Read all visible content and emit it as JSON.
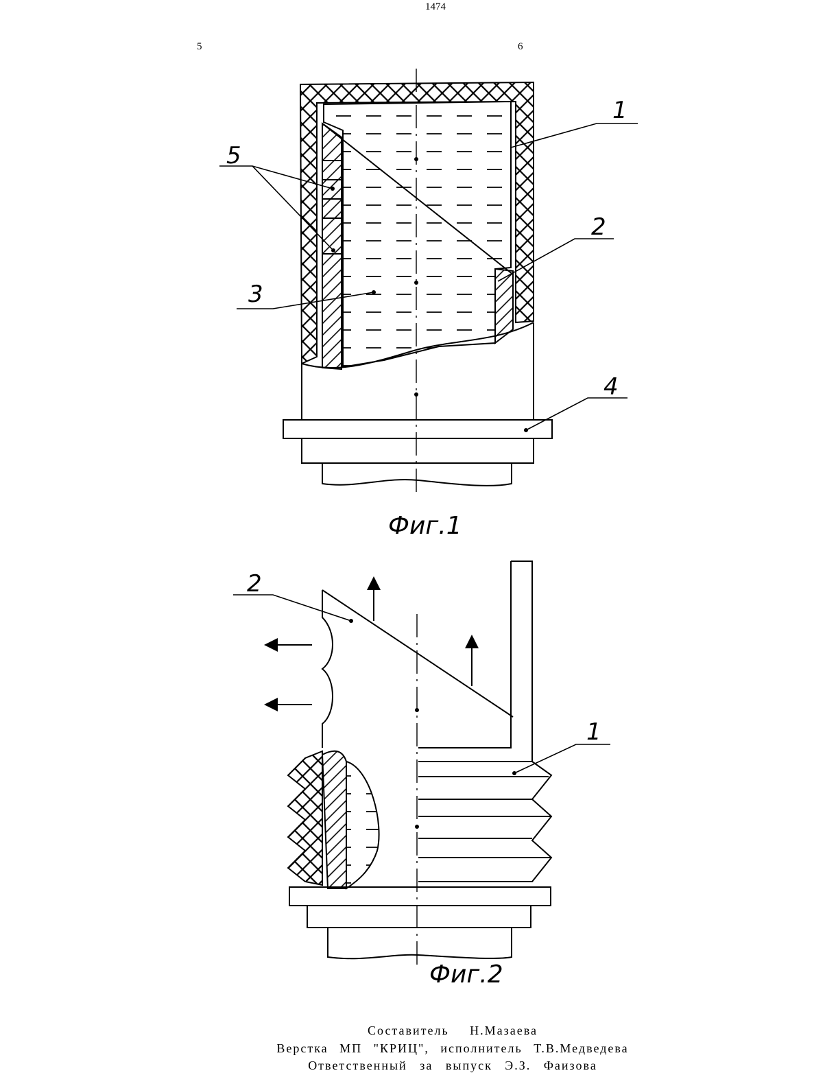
{
  "page": {
    "number": "1474",
    "column_left": "5",
    "column_right": "6"
  },
  "figure1": {
    "caption": "Фиг.1",
    "labels": {
      "l1": "1",
      "l2": "2",
      "l3": "3",
      "l4": "4",
      "l5": "5"
    }
  },
  "figure2": {
    "caption": "Фиг.2",
    "labels": {
      "l1": "1",
      "l2": "2"
    }
  },
  "footer": {
    "line1": "Составитель Н.Мазаева",
    "line2": "Верстка МП \"КРИЦ\", исполнитель Т.В.Медведева",
    "line3": "Ответственный за выпуск Э.З. Фаизова"
  }
}
